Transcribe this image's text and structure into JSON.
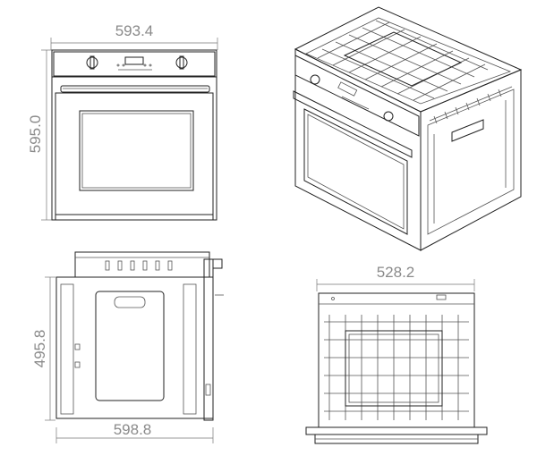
{
  "dimensions": {
    "front_width": "593.4",
    "front_height": "595.0",
    "side_height": "495.8",
    "side_depth": "598.8",
    "top_width": "528.2"
  }
}
